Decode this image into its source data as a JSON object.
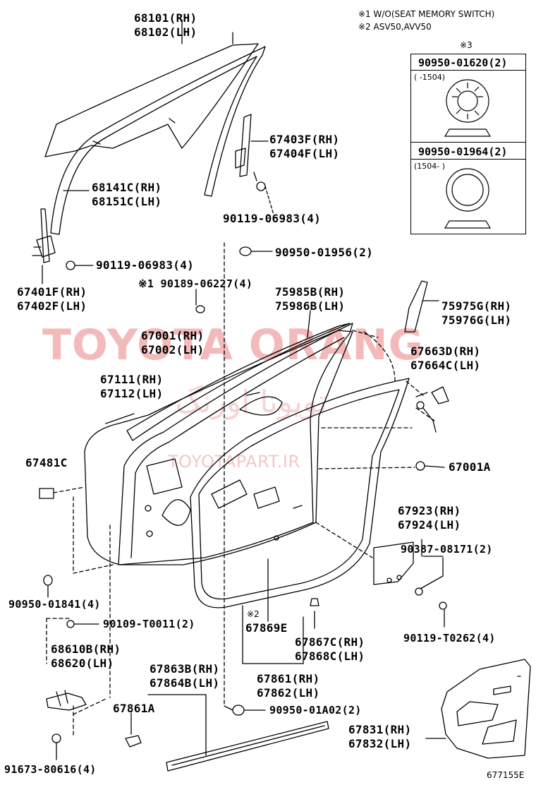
{
  "notes": {
    "n1": "※1 W/O(SEAT MEMORY SWITCH)",
    "n2": "※2 ASV50,AVV50",
    "n3": "※3"
  },
  "watermark": {
    "main": "TOYOTA ORANG",
    "arabic": "تویوتا اورنگ",
    "sub": "TOYOTAPART.IR"
  },
  "inset_box": {
    "part_a": "90950-01620(2)",
    "range_a": "(     -1504)",
    "part_b": "90950-01964(2)",
    "range_b": "(1504-      )"
  },
  "labels": {
    "l68101": "68101(RH)",
    "l68102": "68102(LH)",
    "l67403f": "67403F(RH)",
    "l67404f": "67404F(LH)",
    "l68141c": "68141C(RH)",
    "l68151c": "68151C(LH)",
    "l90119a": "90119-06983(4)",
    "l90950_1956": "90950-01956(2)",
    "l90119b": "90119-06983(4)",
    "l67401f": "67401F(RH)",
    "l67402f": "67402F(LH)",
    "l90189": "※1 90189-06227(4)",
    "l75985b": "75985B(RH)",
    "l75986b": "75986B(LH)",
    "l75975g": "75975G(RH)",
    "l75976g": "75976G(LH)",
    "l67001": "67001(RH)",
    "l67002": "67002(LH)",
    "l67663d": "67663D(RH)",
    "l67664c": "67664C(LH)",
    "l67111": "67111(RH)",
    "l67112": "67112(LH)",
    "l67481c": "67481C",
    "l67001a": "67001A",
    "l67923": "67923(RH)",
    "l67924": "67924(LH)",
    "l90387": "90387-08171(2)",
    "l90950_1841": "90950-01841(4)",
    "l90109": "90109-T0011(2)",
    "l67869e_note": "※2",
    "l67869e": "67869E",
    "l67867c": "67867C(RH)",
    "l67868c": "67868C(LH)",
    "l90119t": "90119-T0262(4)",
    "l68610b": "68610B(RH)",
    "l68620": "68620(LH)",
    "l67863b": "67863B(RH)",
    "l67864b": "67864B(LH)",
    "l67861": "67861(RH)",
    "l67862": "67862(LH)",
    "l67861a": "67861A",
    "l90950_1a02": "90950-01A02(2)",
    "l67831": "67831(RH)",
    "l67832": "67832(LH)",
    "l91673": "91673-80616(4)",
    "figure_id": "677155E"
  }
}
